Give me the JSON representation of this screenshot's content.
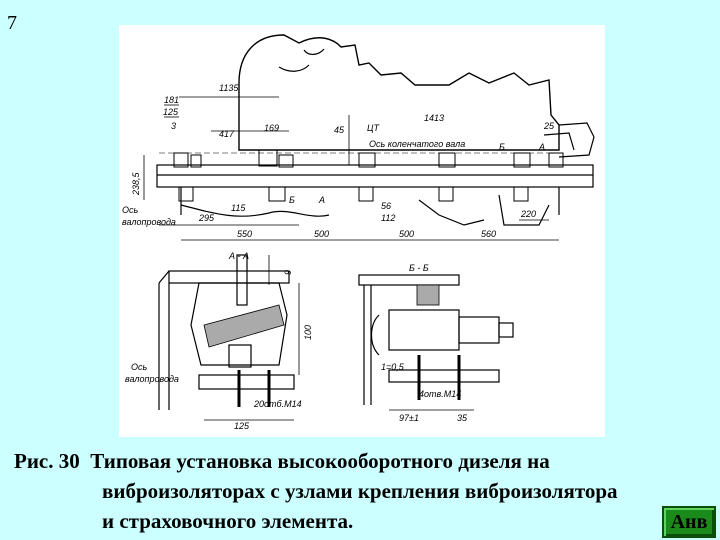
{
  "slide": {
    "page_number": "7",
    "caption": {
      "label": "Рис. 30",
      "line1": "Типовая установка высокооборотного дизеля на",
      "line2": "виброизоляторах с узлами крепления виброизолятора",
      "line3": "и страховочного элемента."
    },
    "nav_button_label": "Анв"
  },
  "drawing": {
    "dims_top": [
      "1135",
      "181",
      "125",
      "3",
      "417",
      "169",
      "45",
      "ЦТ",
      "1413",
      "25"
    ],
    "labels_top": [
      "Ось коленчатого вала",
      "Б",
      "А",
      "Б",
      "А"
    ],
    "dims_side": [
      "238,5"
    ],
    "labels_left": [
      "Ось",
      "валопровода"
    ],
    "dims_bottom": [
      "295",
      "115",
      "550",
      "500",
      "56",
      "112",
      "500",
      "560",
      "220"
    ],
    "section_a": {
      "title": "А - А",
      "dims": [
        "9",
        "100",
        "20отб.М14",
        "125"
      ],
      "labels": [
        "Ось",
        "валопровода"
      ]
    },
    "section_b": {
      "title": "Б - Б",
      "dims": [
        "1=0,5",
        "4отв.М14",
        "97±1",
        "35"
      ]
    }
  }
}
